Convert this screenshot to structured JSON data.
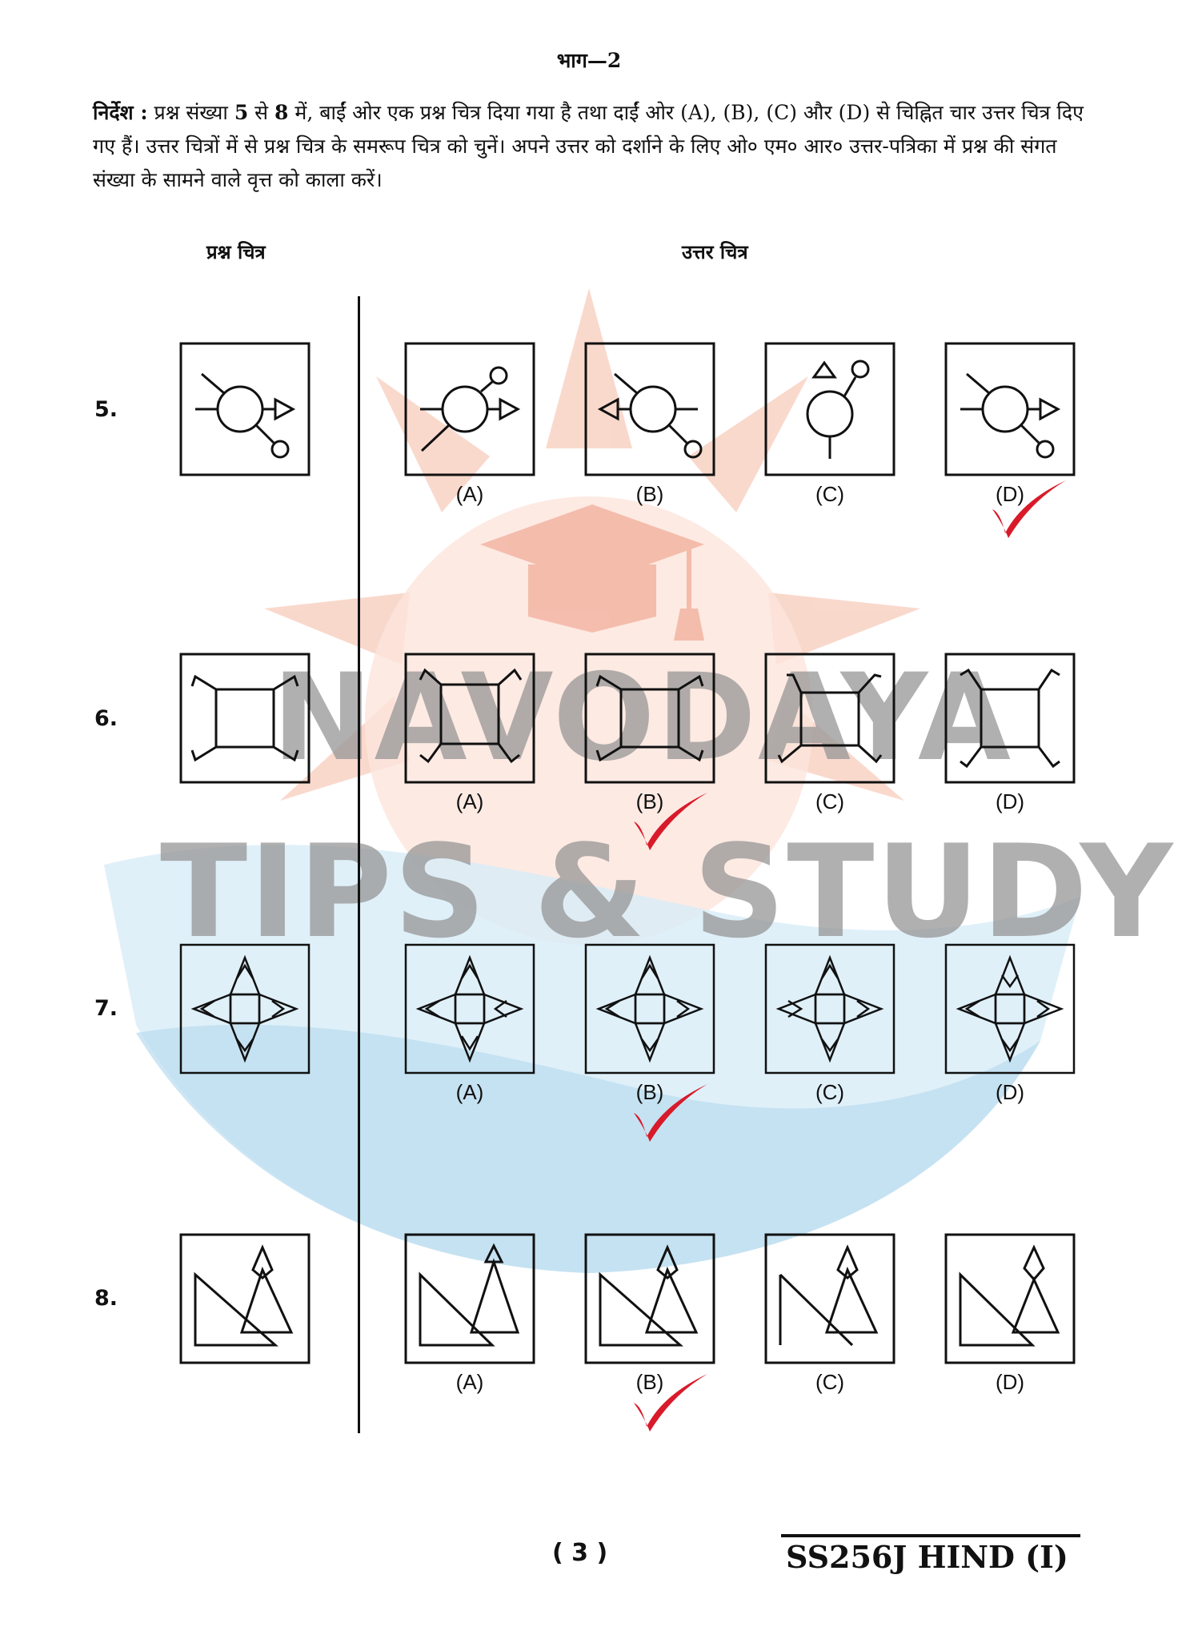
{
  "section_title": "भाग—2",
  "instructions": {
    "label": "निर्देश :",
    "p1": " प्रश्न संख्या ",
    "n1": "5",
    "p2": " से ",
    "n2": "8",
    "p3": " में, बाईं ओर एक प्रश्न चित्र दिया गया है तथा दाईं ओर (A), (B), (C) और (D) से चिह्नित चार उत्तर चित्र दिए गए हैं। उत्तर चित्रों में से प्रश्न चित्र के समरूप चित्र को चुनें। अपने उत्तर को दर्शाने के लिए ओ० एम० आर० उत्तर-पत्रिका में प्रश्न की संगत संख्या के सामने वाले वृत्त को काला करें।"
  },
  "columns": {
    "question": "प्रश्न चित्र",
    "answer": "उत्तर चित्र"
  },
  "questions": [
    {
      "number": "5.",
      "marked": "D"
    },
    {
      "number": "6.",
      "marked": "B"
    },
    {
      "number": "7.",
      "marked": "B"
    },
    {
      "number": "8.",
      "marked": "B"
    }
  ],
  "options": [
    "(A)",
    "(B)",
    "(C)",
    "(D)"
  ],
  "watermark": {
    "line1": "NAVODAYA",
    "line2": "TIPS & STUDY"
  },
  "footer": {
    "page": "( 3 )",
    "code": "SS256J HIND (I)"
  },
  "colors": {
    "tick": "#d81a2a",
    "sun": "#f7c6b8",
    "wave": "#bcdff2"
  }
}
